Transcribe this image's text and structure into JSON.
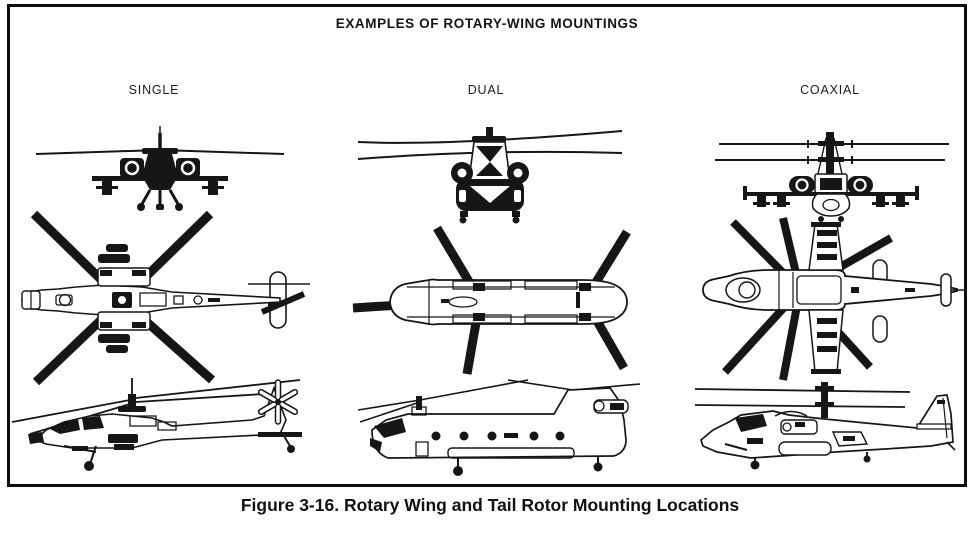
{
  "figure": {
    "title": "EXAMPLES OF ROTARY-WING MOUNTINGS",
    "caption": "Figure 3-16. Rotary Wing and Tail Rotor Mounting Locations",
    "columns": [
      {
        "label": "SINGLE",
        "illustration": "single-main-rotor-helicopter"
      },
      {
        "label": "DUAL",
        "illustration": "tandem-rotor-helicopter"
      },
      {
        "label": "COAXIAL",
        "illustration": "coaxial-rotor-helicopter"
      }
    ],
    "colors": {
      "ink": "#161616",
      "paper": "#ffffff"
    }
  }
}
